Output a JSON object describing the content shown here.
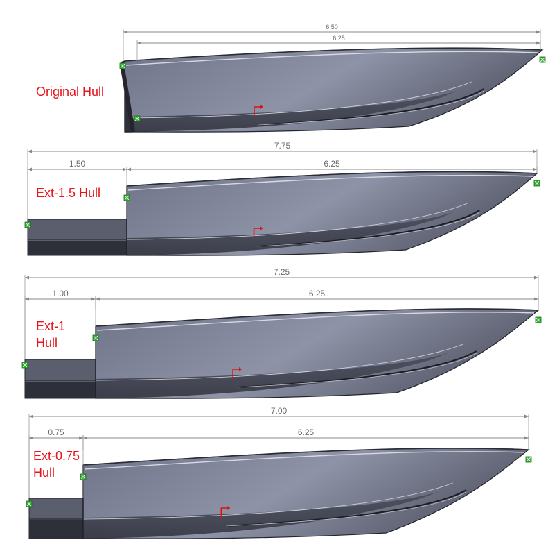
{
  "colors": {
    "hull_light": "#8a8fa3",
    "hull_dark": "#3b3e4c",
    "keel": "#2e3039",
    "label_red": "#e8141b",
    "marker_green": "#2fae2f",
    "dimension_gray": "#8a8a8a"
  },
  "hulls": [
    {
      "key": "original",
      "label_lines": [
        "Original Hull"
      ],
      "dimensions": [
        "6.50",
        "6.25"
      ]
    },
    {
      "key": "ext-1-5",
      "label_lines": [
        "Ext-1.5 Hull"
      ],
      "dimensions": [
        "7.75",
        "1.50",
        "6.25"
      ]
    },
    {
      "key": "ext-1",
      "label_lines": [
        "Ext-1",
        "Hull"
      ],
      "dimensions": [
        "7.25",
        "1.00",
        "6.25"
      ]
    },
    {
      "key": "ext-0-75",
      "label_lines": [
        "Ext-0.75",
        "Hull"
      ],
      "dimensions": [
        "7.00",
        "0.75",
        "6.25"
      ]
    }
  ],
  "icons": [
    "endpoint-marker-icon",
    "origin-triad-icon"
  ]
}
